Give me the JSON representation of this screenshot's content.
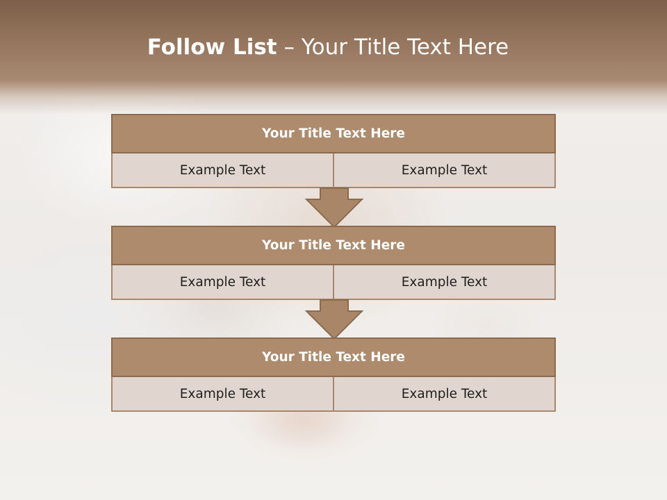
{
  "slide": {
    "title_bold": "Follow List",
    "title_rest": " – Your Title Text Here",
    "blocks": [
      {
        "heading": "Your Title Text Here",
        "left_text": "Example Text",
        "right_text": "Example Text"
      },
      {
        "heading": "Your Title Text Here",
        "left_text": "Example Text",
        "right_text": "Example Text"
      },
      {
        "heading": "Your Title Text Here",
        "left_text": "Example Text",
        "right_text": "Example Text"
      }
    ]
  },
  "colors": {
    "header_brown": "#8a6c55",
    "block_heading": "#ae8b6c",
    "block_cell": "#e0d6cf",
    "border": "#8c6a4e",
    "arrow_fill": "#a98668"
  },
  "icons": [
    "down-arrow-icon"
  ]
}
